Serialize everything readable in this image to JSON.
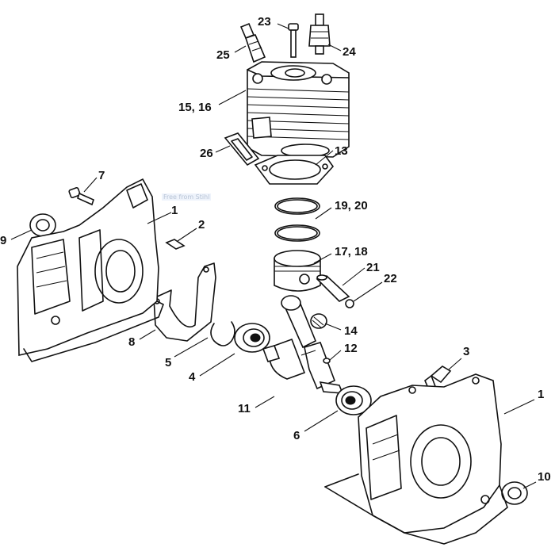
{
  "watermark": "Free from Stihl",
  "labels": [
    {
      "id": "23",
      "text": "23"
    },
    {
      "id": "24",
      "text": "24"
    },
    {
      "id": "25",
      "text": "25"
    },
    {
      "id": "15-16",
      "text": "15, 16"
    },
    {
      "id": "26",
      "text": "26"
    },
    {
      "id": "13",
      "text": "13"
    },
    {
      "id": "7",
      "text": "7"
    },
    {
      "id": "1-left",
      "text": "1"
    },
    {
      "id": "9",
      "text": "9"
    },
    {
      "id": "2",
      "text": "2"
    },
    {
      "id": "19-20",
      "text": "19, 20"
    },
    {
      "id": "17-18",
      "text": "17, 18"
    },
    {
      "id": "21",
      "text": "21"
    },
    {
      "id": "22",
      "text": "22"
    },
    {
      "id": "8",
      "text": "8"
    },
    {
      "id": "14",
      "text": "14"
    },
    {
      "id": "5",
      "text": "5"
    },
    {
      "id": "12",
      "text": "12"
    },
    {
      "id": "3",
      "text": "3"
    },
    {
      "id": "4",
      "text": "4"
    },
    {
      "id": "1-right",
      "text": "1"
    },
    {
      "id": "11",
      "text": "11"
    },
    {
      "id": "6",
      "text": "6"
    },
    {
      "id": "10",
      "text": "10"
    }
  ]
}
